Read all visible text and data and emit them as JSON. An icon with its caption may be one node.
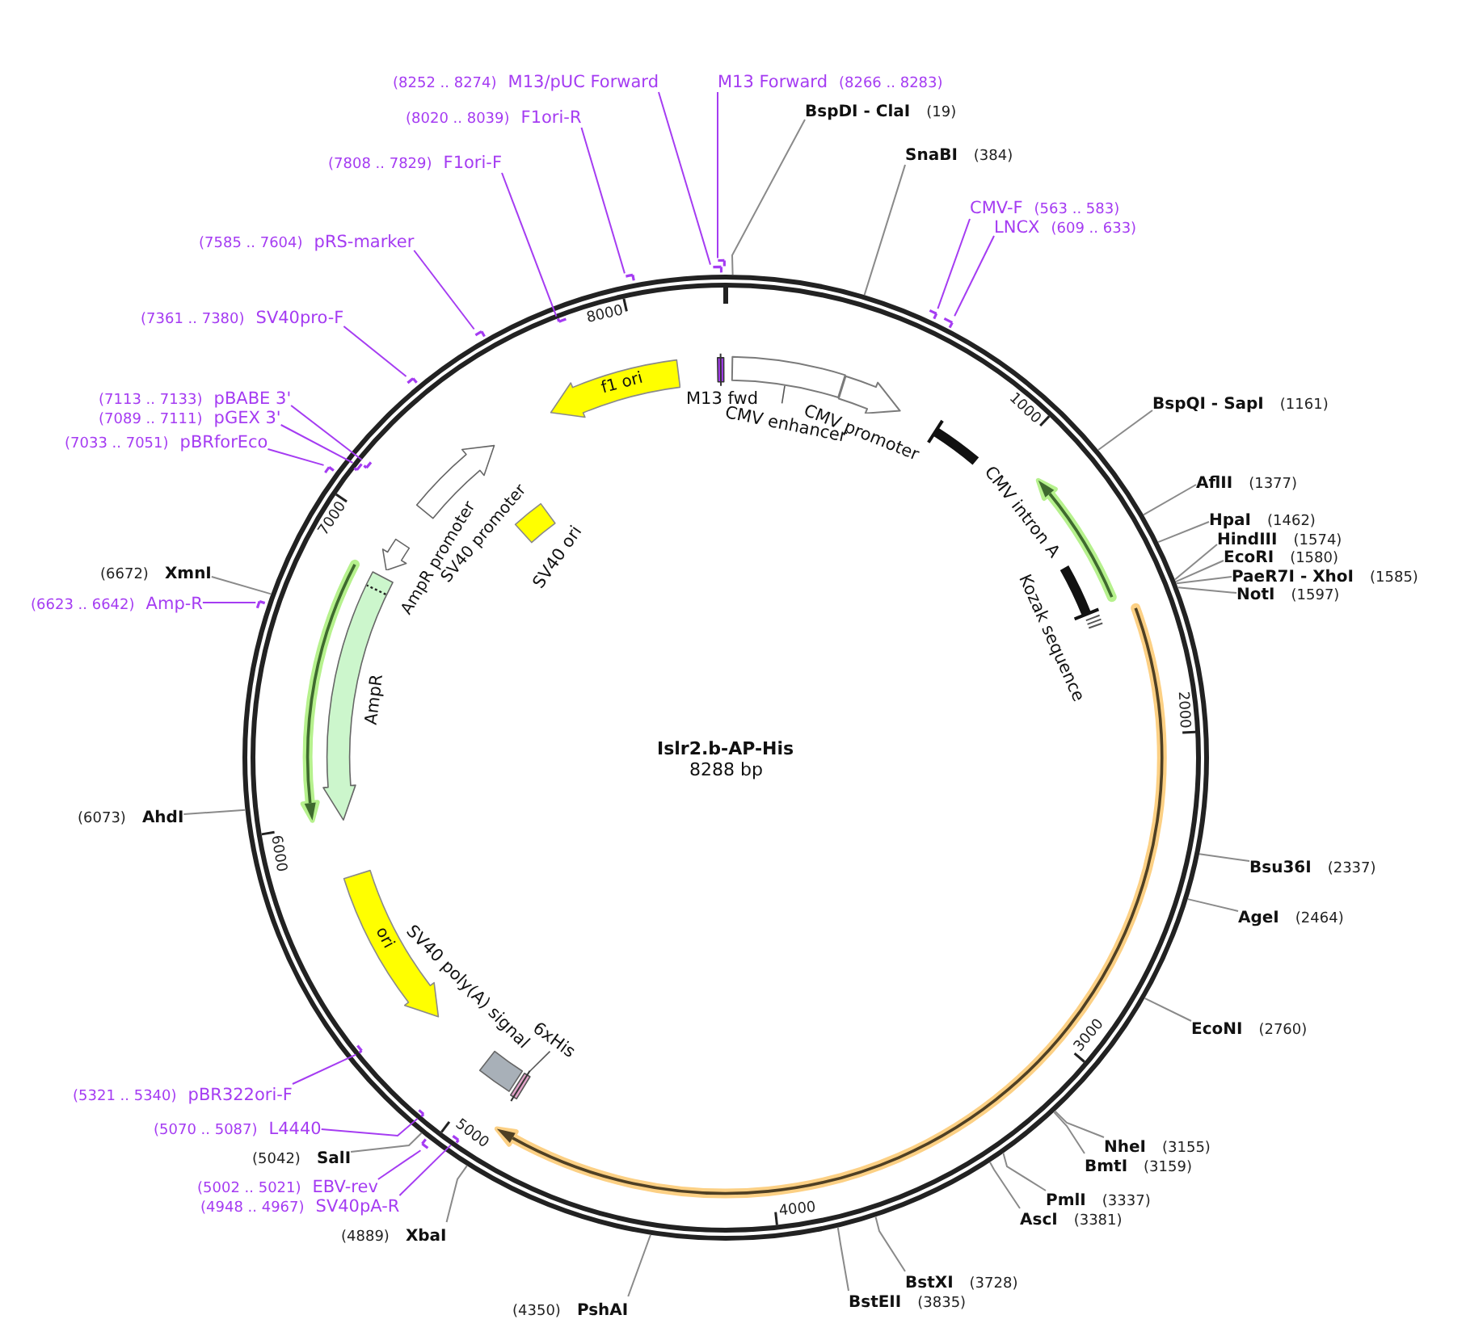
{
  "diagram": {
    "nodes": [
      {
        "text": [
          "Islr2.b-AP-His",
          "8288 bp"
        ]
      },
      {
        "text": [
          "M13 fwd"
        ],
        "in": 0
      },
      {
        "text": [
          "CMV enhancer"
        ],
        "in": 0
      },
      {
        "text": [
          "CMV promoter"
        ],
        "in": 0
      },
      {
        "text": [
          "CMV intron A"
        ],
        "in": 0
      },
      {
        "text": [
          "Kozak sequence"
        ],
        "in": 0
      },
      {
        "text": [
          "6xHis"
        ],
        "in": 0
      },
      {
        "text": [
          "SV40 poly(A) signal"
        ],
        "in": 0
      },
      {
        "text": [
          "ori"
        ],
        "in": 0
      },
      {
        "text": [
          "AmpR"
        ],
        "in": 0
      },
      {
        "text": [
          "AmpR promoter"
        ],
        "in": 0
      },
      {
        "text": [
          "SV40 promoter"
        ],
        "in": 0
      },
      {
        "text": [
          "SV40 ori"
        ],
        "in": 0
      },
      {
        "text": [
          "f1 ori"
        ],
        "in": 0
      },
      {
        "text": [
          "(8252 .. 8274)",
          "M13/pUC Forward"
        ]
      },
      {
        "text": [],
        "shape": "bar"
      },
      {
        "text": [
          "M13 Forward",
          "(8266 .. 8283)"
        ]
      },
      {
        "text": [],
        "shape": "bar"
      },
      {
        "text": [
          "BspDI - ClaI",
          "(19)"
        ]
      },
      {
        "text": [
          "SnaBI",
          "(384)"
        ]
      },
      {
        "text": [
          "CMV-F",
          "(563 .. 583)"
        ]
      },
      {
        "text": [],
        "shape": "bar"
      },
      {
        "text": [
          "LNCX",
          "(609 .. 633)"
        ]
      },
      {
        "text": [],
        "shape": "bar"
      },
      {
        "text": [
          "BspQI - SapI",
          "(1161)"
        ]
      },
      {
        "text": [
          "AflII",
          "(1377)"
        ]
      },
      {
        "text": [
          "HpaI",
          "(1462)"
        ]
      },
      {
        "text": [
          "HindIII",
          "(1574)"
        ]
      },
      {
        "text": [
          "EcoRI",
          "(1580)"
        ]
      },
      {
        "text": [
          "PaeR7I - XhoI",
          "(1585)"
        ]
      },
      {
        "text": [
          "NotI",
          "(1597)"
        ]
      },
      {
        "text": [
          "Bsu36I",
          "(2337)"
        ]
      },
      {
        "text": [
          "AgeI",
          "(2464)"
        ]
      },
      {
        "text": [
          "EcoNI",
          "(2760)"
        ]
      },
      {
        "text": [
          "NheI",
          "(3155)"
        ]
      },
      {
        "text": [
          "BmtI",
          "(3159)"
        ]
      },
      {
        "text": [
          "PmlI",
          "(3337)"
        ]
      },
      {
        "text": [
          "AscI",
          "(3381)"
        ]
      },
      {
        "text": [
          "BstXI",
          "(3728)"
        ]
      },
      {
        "text": [
          "BstEII",
          "(3835)"
        ]
      },
      {
        "text": [
          "(4350)",
          "PshAI"
        ]
      },
      {
        "text": [
          "(4889)",
          "XbaI"
        ]
      },
      {
        "text": [
          "(4948 .. 4967)",
          "SV40pA-R"
        ]
      },
      {
        "text": [],
        "shape": "bar",
        "in": 0
      },
      {
        "text": [
          "(5002 .. 5021)",
          "EBV-rev"
        ]
      },
      {
        "text": [],
        "shape": "bar"
      },
      {
        "text": [
          "(5042)",
          "SalI"
        ]
      },
      {
        "text": [
          "(5070 .. 5087)",
          "L4440"
        ]
      },
      {
        "text": [],
        "shape": "bar",
        "in": 0
      },
      {
        "text": [
          "(5321 .. 5340)",
          "pBR322ori-F"
        ]
      },
      {
        "text": [],
        "shape": "bar",
        "in": 0
      },
      {
        "text": [
          "(6073)",
          "AhdI"
        ]
      },
      {
        "text": [
          "(6623 .. 6642)",
          "Amp-R"
        ]
      },
      {
        "text": [],
        "shape": "bar"
      },
      {
        "text": [
          "(6672)",
          "XmnI"
        ]
      },
      {
        "text": [
          "(7033 .. 7051)",
          "pBRforEco"
        ]
      },
      {
        "text": [],
        "shape": "bar"
      },
      {
        "text": [
          "(7089 .. 7111)",
          "pGEX 3'"
        ]
      },
      {
        "text": [],
        "shape": "bar",
        "in": 0
      },
      {
        "text": [
          "(7113 .. 7133)",
          "pBABE 3'"
        ]
      },
      {
        "text": [],
        "shape": "bar",
        "in": 0
      },
      {
        "text": [
          "(7361 .. 7380)",
          "SV40pro-F"
        ]
      },
      {
        "text": [],
        "shape": "bar"
      },
      {
        "text": [
          "(7585 .. 7604)",
          "pRS-marker"
        ]
      },
      {
        "text": [],
        "shape": "bar"
      },
      {
        "text": [
          "(7808 .. 7829)",
          "F1ori-F"
        ]
      },
      {
        "text": [],
        "shape": "bar",
        "in": 0
      },
      {
        "text": [
          "(8020 .. 8039)",
          "F1ori-R"
        ]
      },
      {
        "text": [],
        "shape": "bar"
      },
      {
        "text": [],
        "shape": "arrow",
        "in": 0
      },
      {
        "text": [],
        "shape": "arrow",
        "in": 0
      }
    ],
    "edges": [
      {
        "from": 14,
        "to": 15,
        "arrow": "none",
        "color": "#a53cf2"
      },
      {
        "from": 16,
        "to": 17,
        "arrow": "none",
        "color": "#a53cf2"
      },
      {
        "from": 18,
        "to": 0,
        "arrow": "none"
      },
      {
        "from": 19,
        "to": 0,
        "arrow": "none"
      },
      {
        "from": 20,
        "to": 21,
        "arrow": "none",
        "color": "#a53cf2"
      },
      {
        "from": 22,
        "to": 23,
        "arrow": "none",
        "color": "#a53cf2"
      },
      {
        "from": 24,
        "to": 0,
        "arrow": "none"
      },
      {
        "from": 25,
        "to": 0,
        "arrow": "none"
      },
      {
        "from": 26,
        "to": 0,
        "arrow": "none"
      },
      {
        "from": 27,
        "to": 0,
        "arrow": "none"
      },
      {
        "from": 28,
        "to": 0,
        "arrow": "none"
      },
      {
        "from": 29,
        "to": 0,
        "arrow": "none"
      },
      {
        "from": 30,
        "to": 0,
        "arrow": "none"
      },
      {
        "from": 31,
        "to": 0,
        "arrow": "none"
      },
      {
        "from": 32,
        "to": 0,
        "arrow": "none"
      },
      {
        "from": 33,
        "to": 0,
        "arrow": "none"
      },
      {
        "from": 34,
        "to": 0,
        "arrow": "none"
      },
      {
        "from": 35,
        "to": 0,
        "arrow": "none"
      },
      {
        "from": 36,
        "to": 0,
        "arrow": "none"
      },
      {
        "from": 37,
        "to": 0,
        "arrow": "none"
      },
      {
        "from": 38,
        "to": 0,
        "arrow": "none"
      },
      {
        "from": 39,
        "to": 0,
        "arrow": "none"
      },
      {
        "from": 40,
        "to": 0,
        "arrow": "none"
      },
      {
        "from": 41,
        "to": 0,
        "arrow": "none"
      },
      {
        "from": 42,
        "to": 43,
        "arrow": "none",
        "color": "#a53cf2"
      },
      {
        "from": 44,
        "to": 45,
        "arrow": "none",
        "color": "#a53cf2"
      },
      {
        "from": 46,
        "to": 0,
        "arrow": "none"
      },
      {
        "from": 47,
        "to": 48,
        "arrow": "none",
        "color": "#a53cf2"
      },
      {
        "from": 49,
        "to": 50,
        "arrow": "none",
        "color": "#a53cf2"
      },
      {
        "from": 51,
        "to": 0,
        "arrow": "none"
      },
      {
        "from": 52,
        "to": 53,
        "arrow": "none",
        "color": "#a53cf2"
      },
      {
        "from": 54,
        "to": 0,
        "arrow": "none"
      },
      {
        "from": 55,
        "to": 56,
        "arrow": "none",
        "color": "#a53cf2"
      },
      {
        "from": 57,
        "to": 58,
        "arrow": "none",
        "color": "#a53cf2"
      },
      {
        "from": 59,
        "to": 60,
        "arrow": "none",
        "color": "#a53cf2"
      },
      {
        "from": 61,
        "to": 62,
        "arrow": "none",
        "color": "#a53cf2"
      },
      {
        "from": 63,
        "to": 64,
        "arrow": "none",
        "color": "#a53cf2"
      },
      {
        "from": 65,
        "to": 66,
        "arrow": "none",
        "color": "#a53cf2"
      },
      {
        "from": 67,
        "to": 68,
        "arrow": "none",
        "color": "#a53cf2"
      }
    ],
    "labels": [
      "1000",
      "2000",
      "3000",
      "4000",
      "5000",
      "6000",
      "7000",
      "8000"
    ]
  }
}
